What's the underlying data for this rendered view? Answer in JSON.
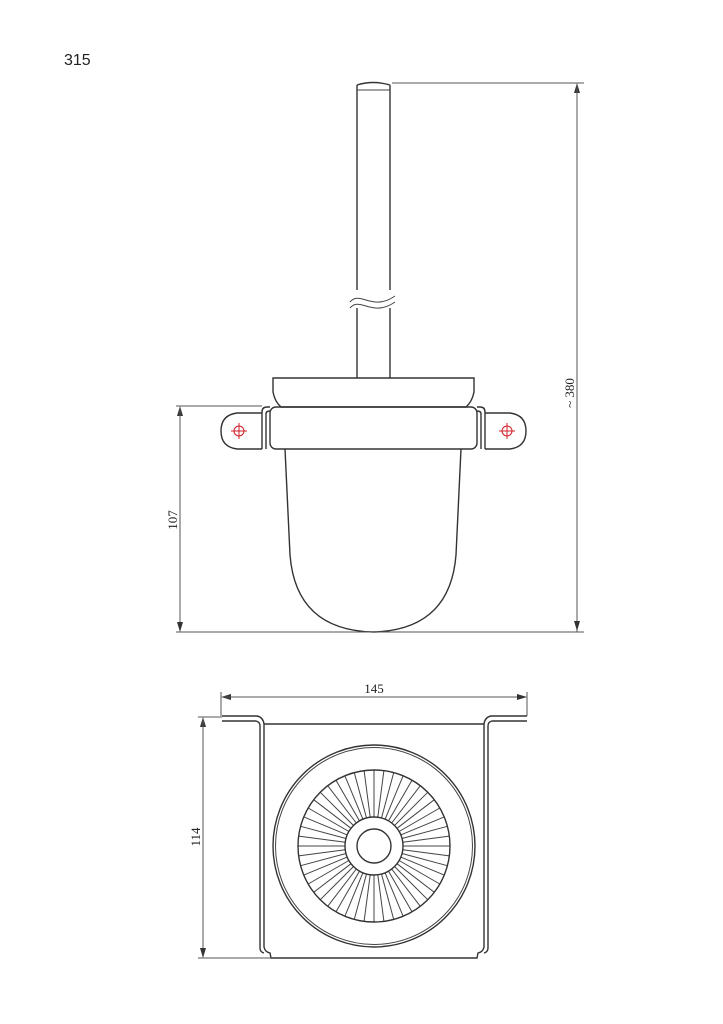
{
  "drawing": {
    "model_number": "315",
    "subject": "Toilet brush holder with wall bracket — technical drawing",
    "views": [
      "front-elevation",
      "top-plan"
    ],
    "dimensions": {
      "total_height": "~ 380",
      "holder_height": "107",
      "width": "145",
      "depth": "114"
    },
    "unit_hint": "mm",
    "colors": {
      "line": "#333333",
      "mount_hole_marker": "#d0202a",
      "background": "#ffffff"
    }
  }
}
